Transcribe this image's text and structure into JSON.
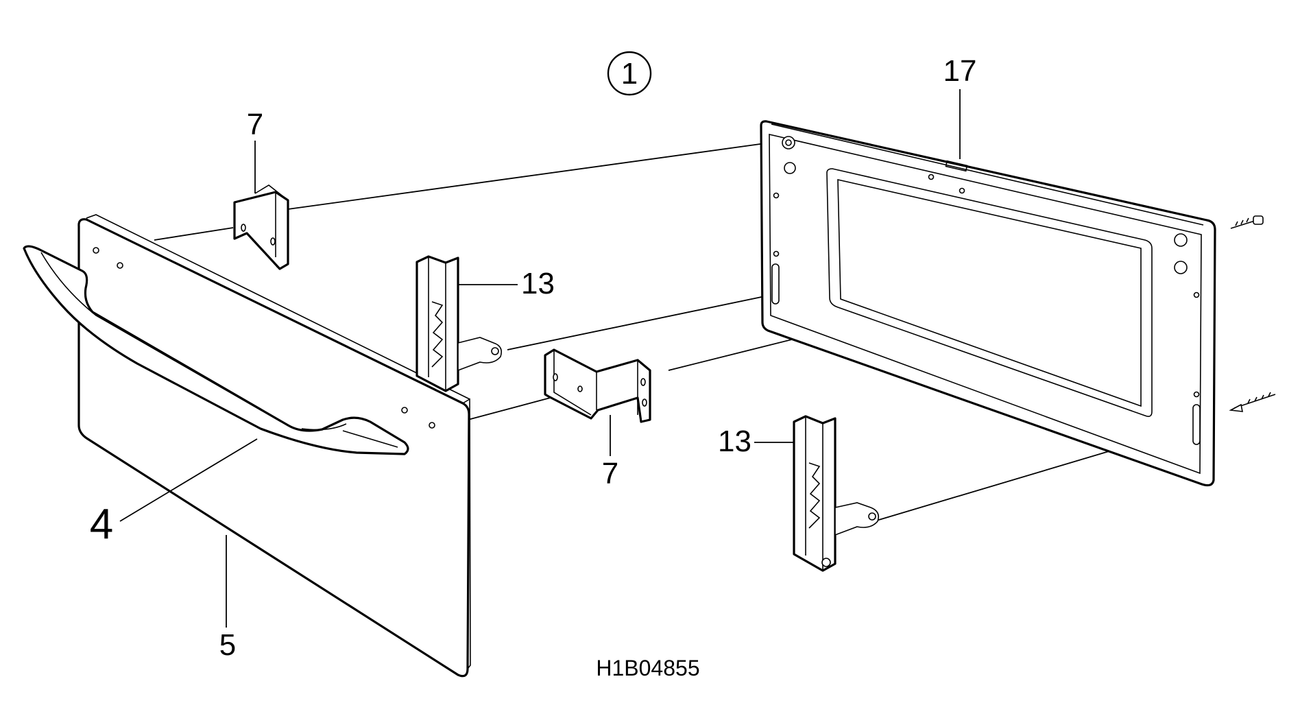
{
  "diagram": {
    "view_marker": "1",
    "drawing_code": "H1B04855",
    "callouts": {
      "front_panel": "5",
      "handle": "4",
      "bracket_upper": "7",
      "bracket_lower": "7",
      "hinge_left": "13",
      "hinge_right": "13",
      "door_frame": "17"
    }
  }
}
